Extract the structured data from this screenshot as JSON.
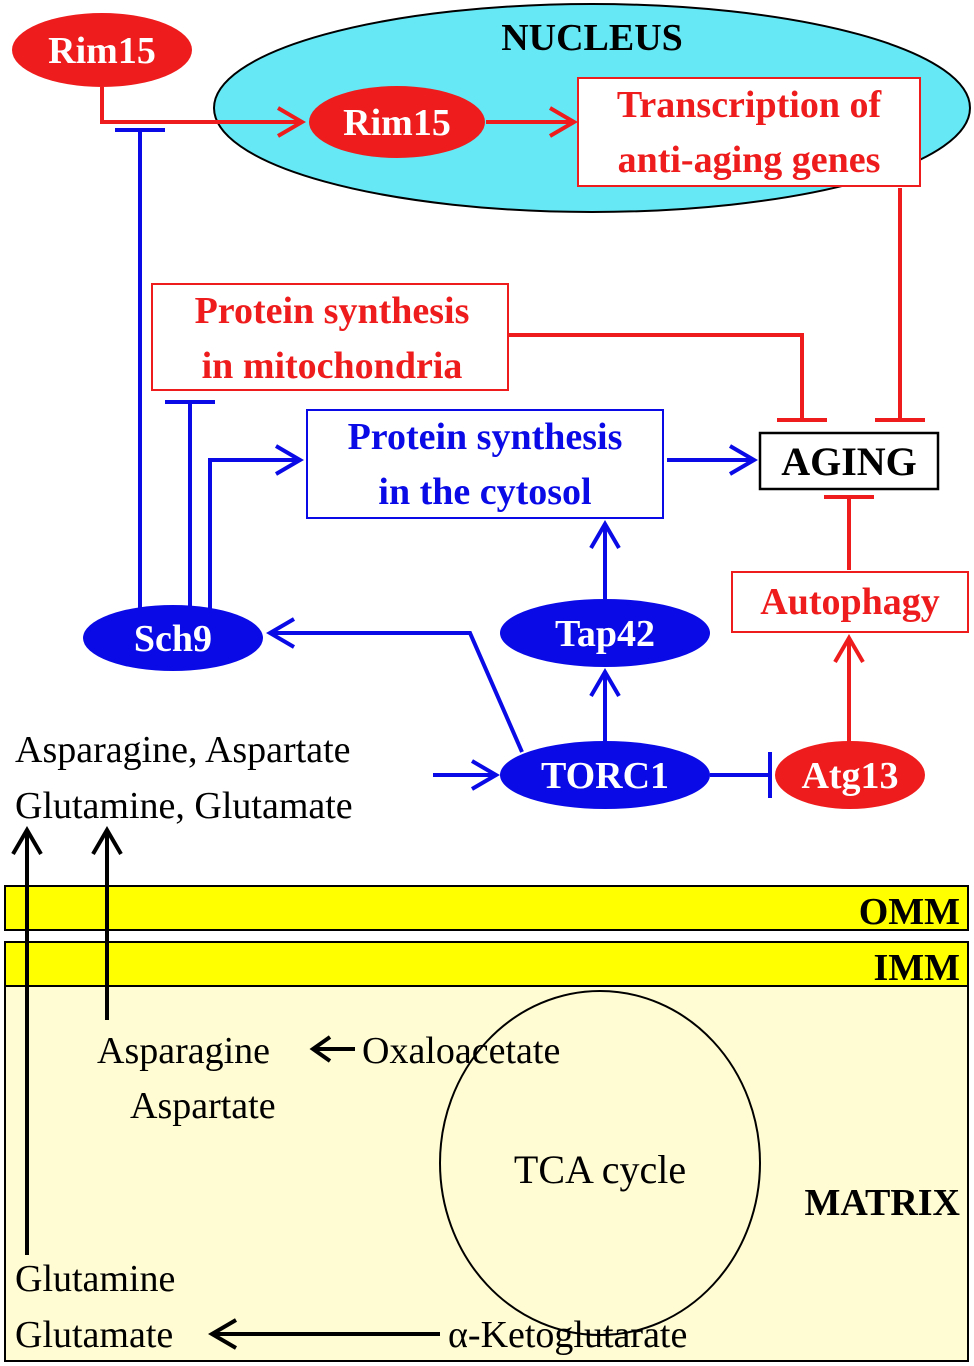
{
  "nucleus": {
    "label": "NUCLEUS",
    "fill": "#66E8F5"
  },
  "rim15_cyto": {
    "label": "Rim15"
  },
  "rim15_nuc": {
    "label": "Rim15"
  },
  "transcription": {
    "line1": "Transcription of",
    "line2": "anti-aging genes"
  },
  "mito_synthesis": {
    "line1": "Protein synthesis",
    "line2": "in mitochondria"
  },
  "cyto_synthesis": {
    "line1": "Protein synthesis",
    "line2": "in the cytosol"
  },
  "aging": {
    "label": "AGING"
  },
  "autophagy": {
    "label": "Autophagy"
  },
  "sch9": {
    "label": "Sch9"
  },
  "tap42": {
    "label": "Tap42"
  },
  "torc1": {
    "label": "TORC1"
  },
  "atg13": {
    "label": "Atg13"
  },
  "amino_acids": {
    "line1": "Asparagine, Aspartate",
    "line2": "Glutamine, Glutamate"
  },
  "omm": {
    "label": "OMM"
  },
  "imm": {
    "label": "IMM"
  },
  "matrix": {
    "label": "MATRIX"
  },
  "mat_asparagine": {
    "line1": "Asparagine",
    "line2": "Aspartate"
  },
  "oxaloacetate": {
    "label": "Oxaloacetate"
  },
  "tca": {
    "label": "TCA cycle"
  },
  "mat_glutamine": {
    "line1": "Glutamine",
    "line2": "Glutamate"
  },
  "ketoglutarate": {
    "label": "α-Ketoglutarate"
  },
  "colors": {
    "red": "#EE1C1C",
    "blue": "#0A0AE6",
    "black": "#000000",
    "membrane": "#FFFF00",
    "matrix_fill": "#FFFBD2"
  }
}
